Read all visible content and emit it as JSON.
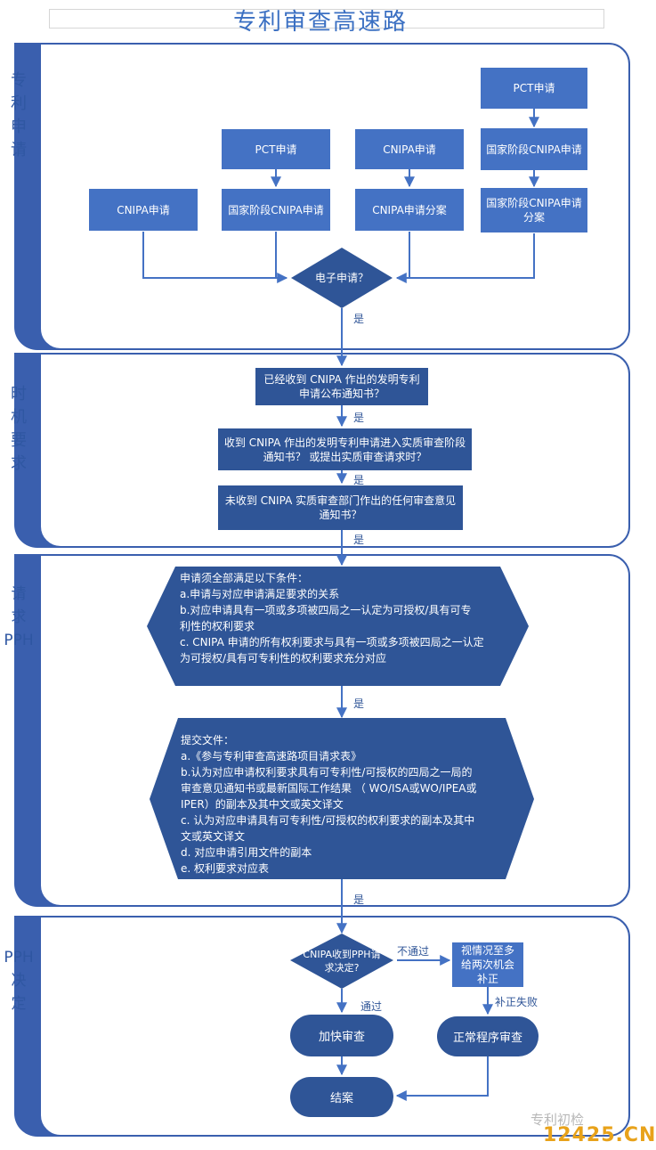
{
  "title": "专利审查高速路",
  "lanes": {
    "apply": "专\n利\n申\n请",
    "timing": "时\n机\n要\n求",
    "request": "请\n求\nPPH",
    "decision": "PPH\n决\n定"
  },
  "apply": {
    "col1": "CNIPA申请",
    "col2_top": "PCT申请",
    "col2_bottom": "国家阶段CNIPA申请",
    "col3_top": "CNIPA申请",
    "col3_bottom": "CNIPA申请分案",
    "col4_top": "PCT申请",
    "col4_mid": "国家阶段CNIPA申请",
    "col4_bottom": "国家阶段CNIPA申请分案",
    "diamond": "电子申请？",
    "yes": "是"
  },
  "timing": {
    "box1": "已经收到 CNIPA 作出的发明专利申请公布通知书？",
    "yes1": "是",
    "box2": "收到 CNIPA 作出的发明专利申请进入实质审查阶段通知书？ 或提出实质审查请求时？",
    "yes2": "是",
    "box3": "未收到 CNIPA 实质审查部门作出的任何审查意见通知书？",
    "yes3": "是"
  },
  "request": {
    "cond_lines": [
      "申请须全部满足以下条件：",
      "a.申请与对应申请满足要求的关系",
      "b.对应申请具有一项或多项被四局之一认定为可授权/具有可专",
      "利性的权利要求",
      "c. CNIPA 申请的所有权利要求与具有一项或多项被四局之一认定",
      "为可授权/具有可专利性的权利要求充分对应"
    ],
    "yes1": "是",
    "docs_lines": [
      "提交文件：",
      "a.《参与专利审查高速路项目请求表》",
      "b.认为对应申请权利要求具有可专利性/可授权的四局之一局的",
      "审查意见通知书或最新国际工作结果 （ WO/ISA或WO/IPEA或",
      "IPER）的副本及其中文或英文译文",
      "c. 认为对应申请具有可专利性/可授权的权利要求的副本及其中",
      "文或英文译文",
      "d. 对应申请引用文件的副本",
      "e. 权利要求对应表"
    ],
    "yes2": "是"
  },
  "decision": {
    "diamond": "CNIPA收到PPH请求决定?",
    "fail": "不通过",
    "chance": "视情况至多给两次机会补正",
    "pass": "通过",
    "fix_fail": "补正失败",
    "fast": "加快审查",
    "normal": "正常程序审查",
    "end": "结案"
  },
  "watermark": {
    "site": "12425.CN",
    "brand": "专利初检"
  },
  "colors": {
    "box": "#4472c4",
    "dark": "#2f5597",
    "lane_border": "#3a5fae",
    "title": "#3a6fc2"
  }
}
